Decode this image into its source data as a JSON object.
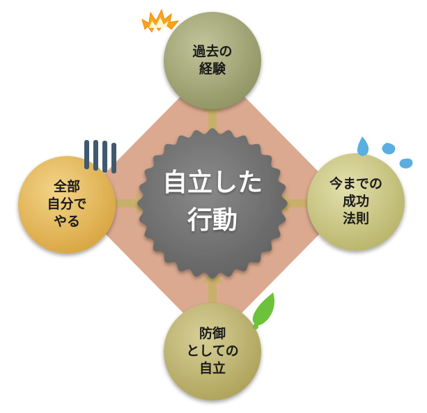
{
  "center": {
    "lines": [
      "自立した",
      "行動"
    ]
  },
  "nodes": {
    "top": {
      "lines": [
        "過去の",
        "経験"
      ]
    },
    "left": {
      "lines": [
        "全部",
        "自分で",
        "やる"
      ]
    },
    "right": {
      "lines": [
        "今までの",
        "成功",
        "法則"
      ]
    },
    "bottom": {
      "lines": [
        "防御",
        "としての",
        "自立"
      ]
    }
  },
  "colors": {
    "diamond": "#dba98f",
    "center_fill": "#6e6e6e",
    "top_node": "#8f9463",
    "left_node": "#d8a540",
    "right_node": "#b8b46a",
    "bottom_node": "#ada25a",
    "arrow": "#c9b06a",
    "burst": "#f7a51d",
    "drops": "#5aaee0",
    "lines_deco": "#3f5a6e",
    "leaf": "#6cc23a"
  }
}
